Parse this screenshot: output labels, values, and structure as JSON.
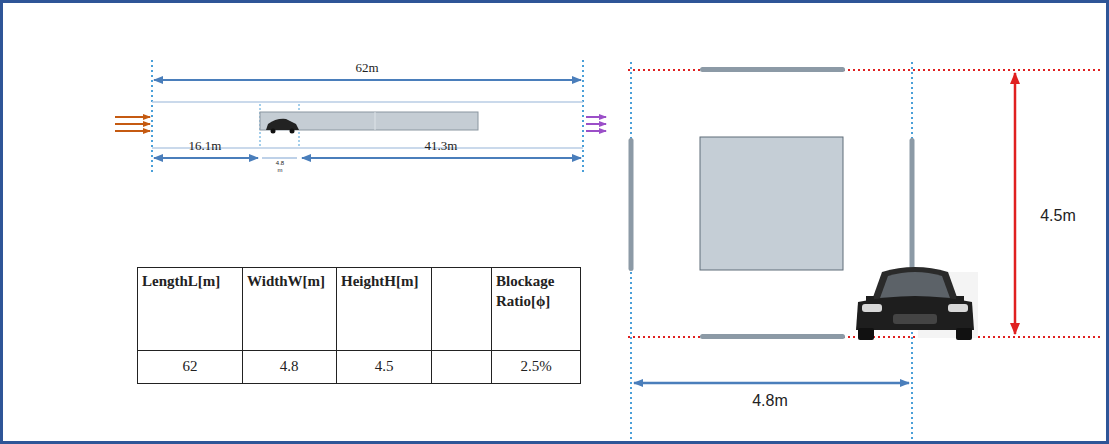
{
  "diagram": {
    "labels": [
      "62m",
      "16.1m",
      "4.8 m",
      "41.3m",
      "LengthL[m]",
      "WidthW[m]",
      "HeightH[m]",
      "Blockage Ratio[ϕ]",
      "62",
      "4.8",
      "4.5",
      "2.5%",
      "4.5m",
      "4.8m"
    ]
  }
}
